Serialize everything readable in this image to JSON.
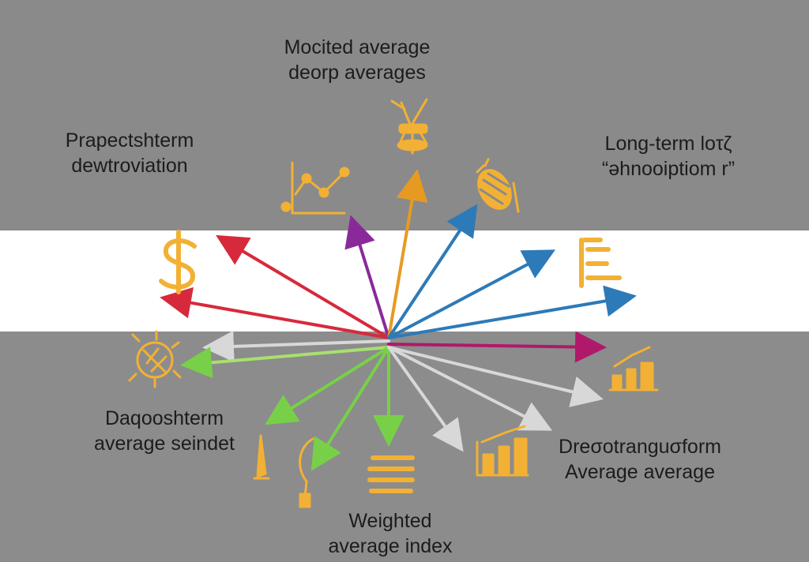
{
  "labels": {
    "top": {
      "line1": "Mocited average",
      "line2": "deorp averages"
    },
    "upper_left": {
      "line1": "Prapectshterm",
      "line2": "dewtroviation"
    },
    "upper_right": {
      "line1": "Long-term loτζ",
      "line2": "“əhnooiptiom r”"
    },
    "lower_left": {
      "line1": "Daqooshterm",
      "line2": "average seindet"
    },
    "lower_right": {
      "line1": "Dreσotranguσform",
      "line2": "Average average"
    },
    "bottom": {
      "line1": "Weighted",
      "line2": "average index"
    }
  },
  "colors": {
    "top_band": "#8a8a8a",
    "middle_band": "#ffffff",
    "bottom_band": "#8c8c8c",
    "icon_gold": "#f2b134",
    "arrow_red": "#d62a3c",
    "arrow_purple": "#8a2a9a",
    "arrow_orange": "#e79a22",
    "arrow_blue": "#2d7ab8",
    "arrow_magenta": "#b0186a",
    "arrow_silver": "#d4d4d4",
    "arrow_green": "#78d048"
  },
  "icons": [
    "line-chart-icon",
    "dollar-icon",
    "tripod-icon",
    "bee-icon",
    "document-lines-icon",
    "circuit-icon",
    "bar-chart-icon",
    "growth-chart-icon",
    "stack-icon",
    "pin-icon",
    "balloon-icon"
  ]
}
